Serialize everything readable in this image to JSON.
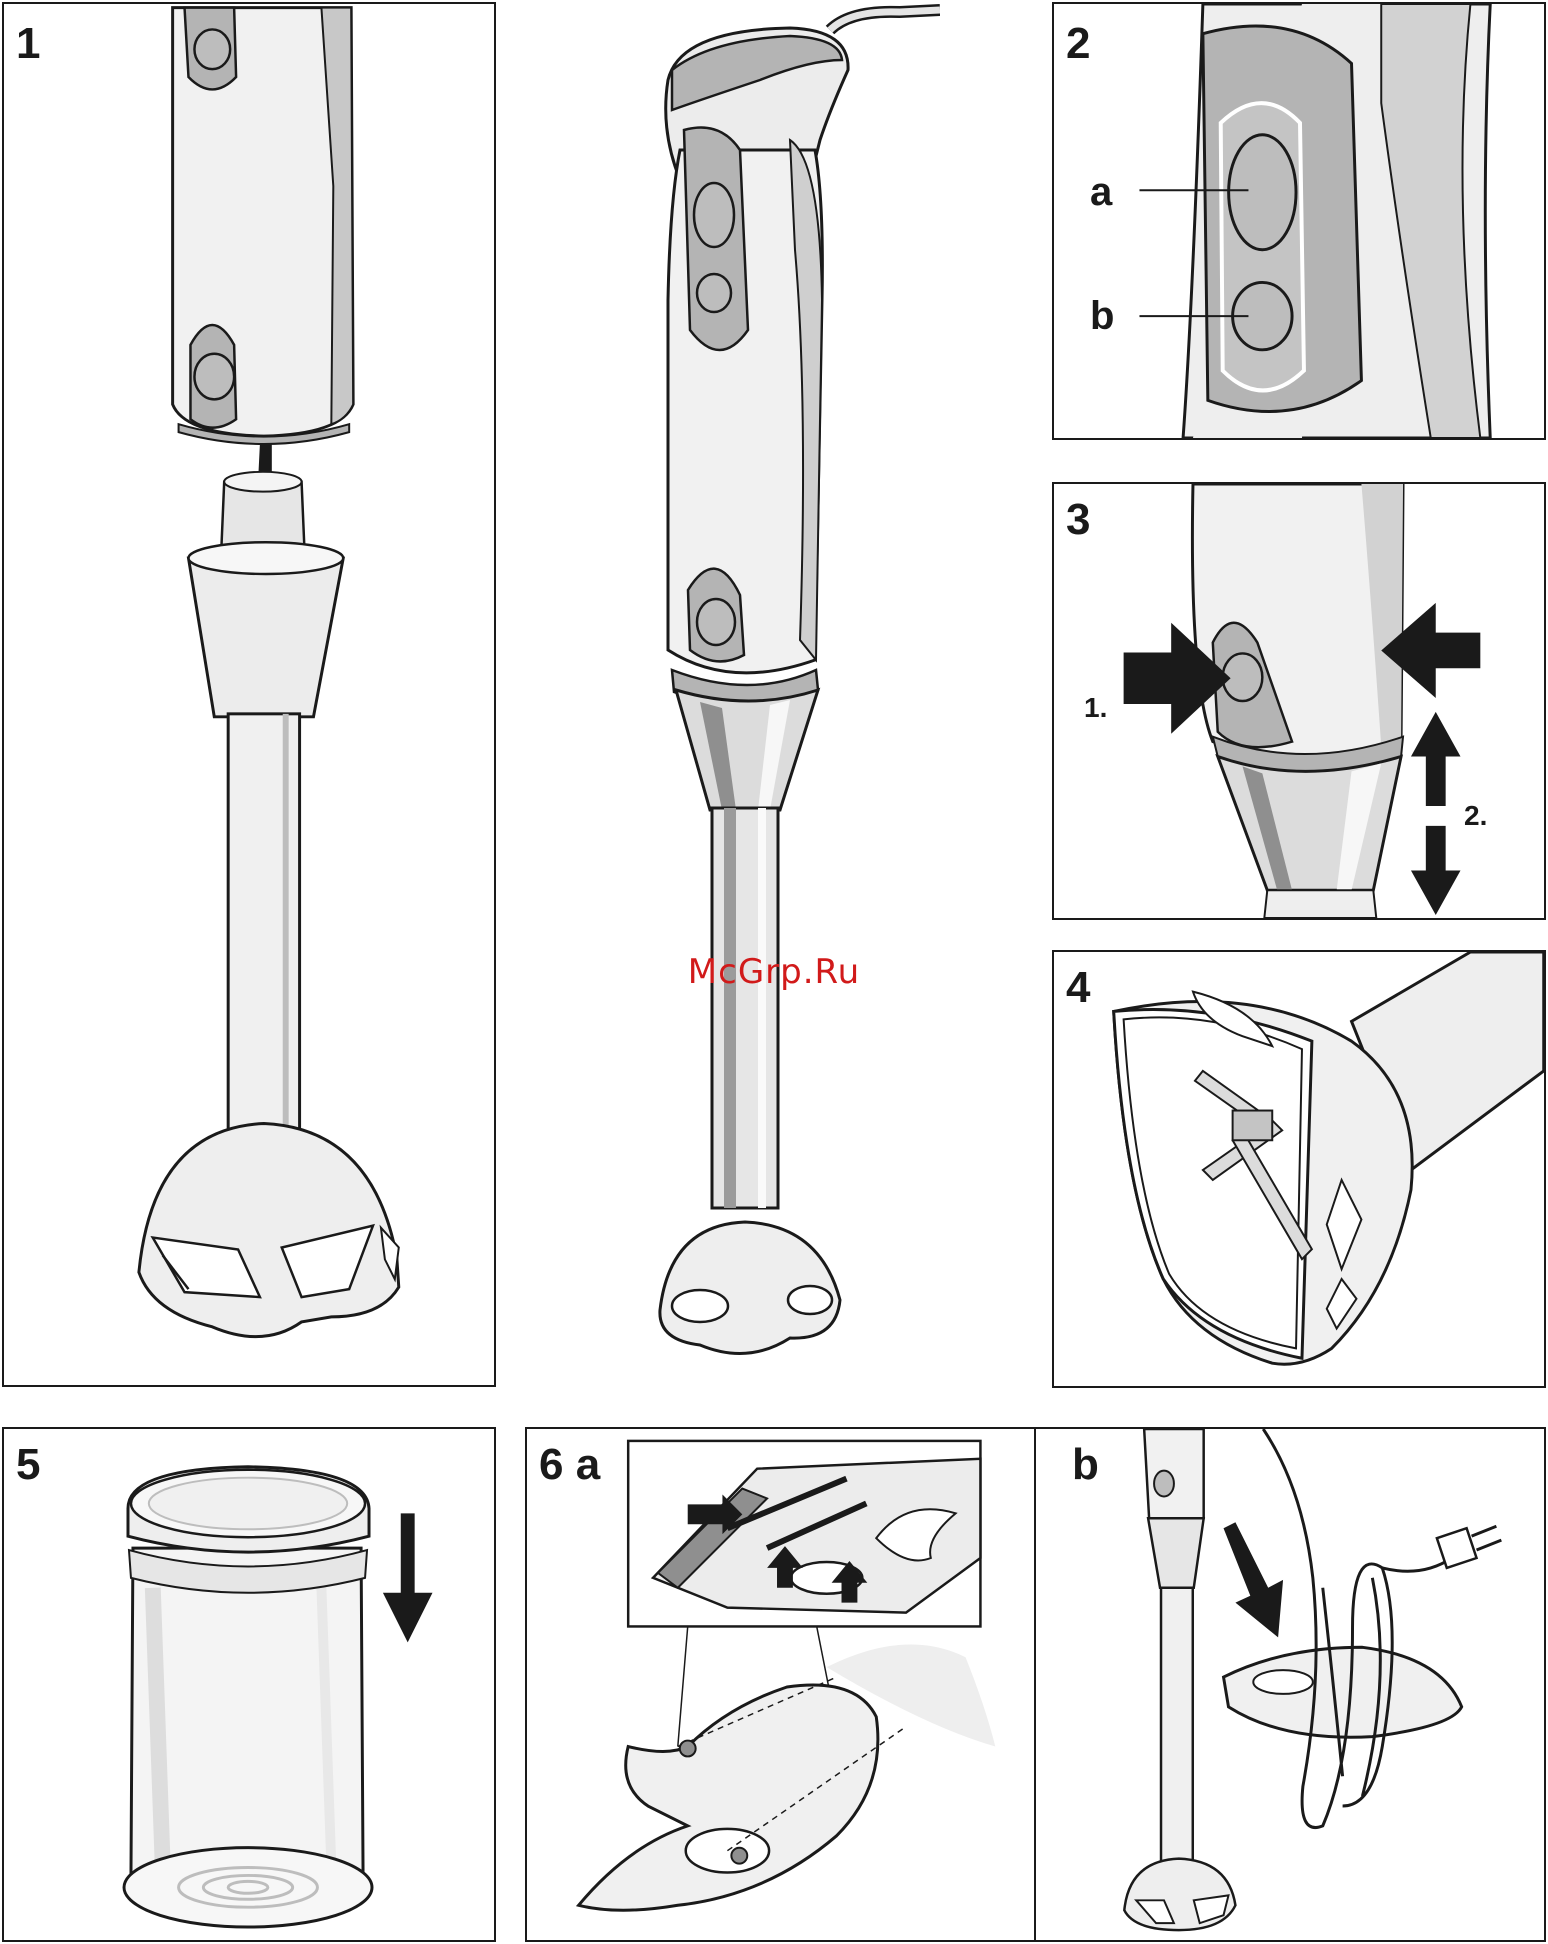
{
  "panels": {
    "p1": {
      "number": "1"
    },
    "p2": {
      "number": "2",
      "labels": {
        "a": "a",
        "b": "b"
      }
    },
    "p3": {
      "number": "3",
      "steps": {
        "s1": "1.",
        "s2": "2."
      }
    },
    "p4": {
      "number": "4"
    },
    "p5": {
      "number": "5"
    },
    "p6": {
      "number": "6 a",
      "sub_b": "b"
    }
  },
  "watermark": "McGrp.Ru",
  "colors": {
    "outline": "#1a1a1a",
    "body": "#f1f1f1",
    "grip": "#b4b4b4",
    "shade": "#d6d6d6",
    "watermark": "#d11a1a"
  }
}
